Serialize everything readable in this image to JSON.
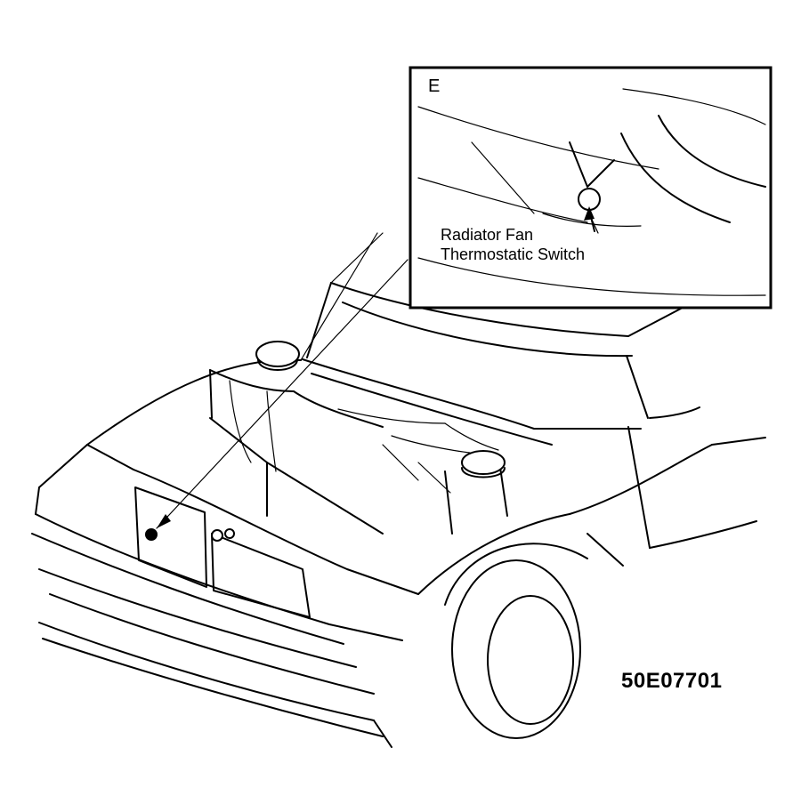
{
  "inset": {
    "view_letter": "E",
    "callout_line1": "Radiator Fan",
    "callout_line2": "Thermostatic Switch"
  },
  "figure_code": "50E07701"
}
